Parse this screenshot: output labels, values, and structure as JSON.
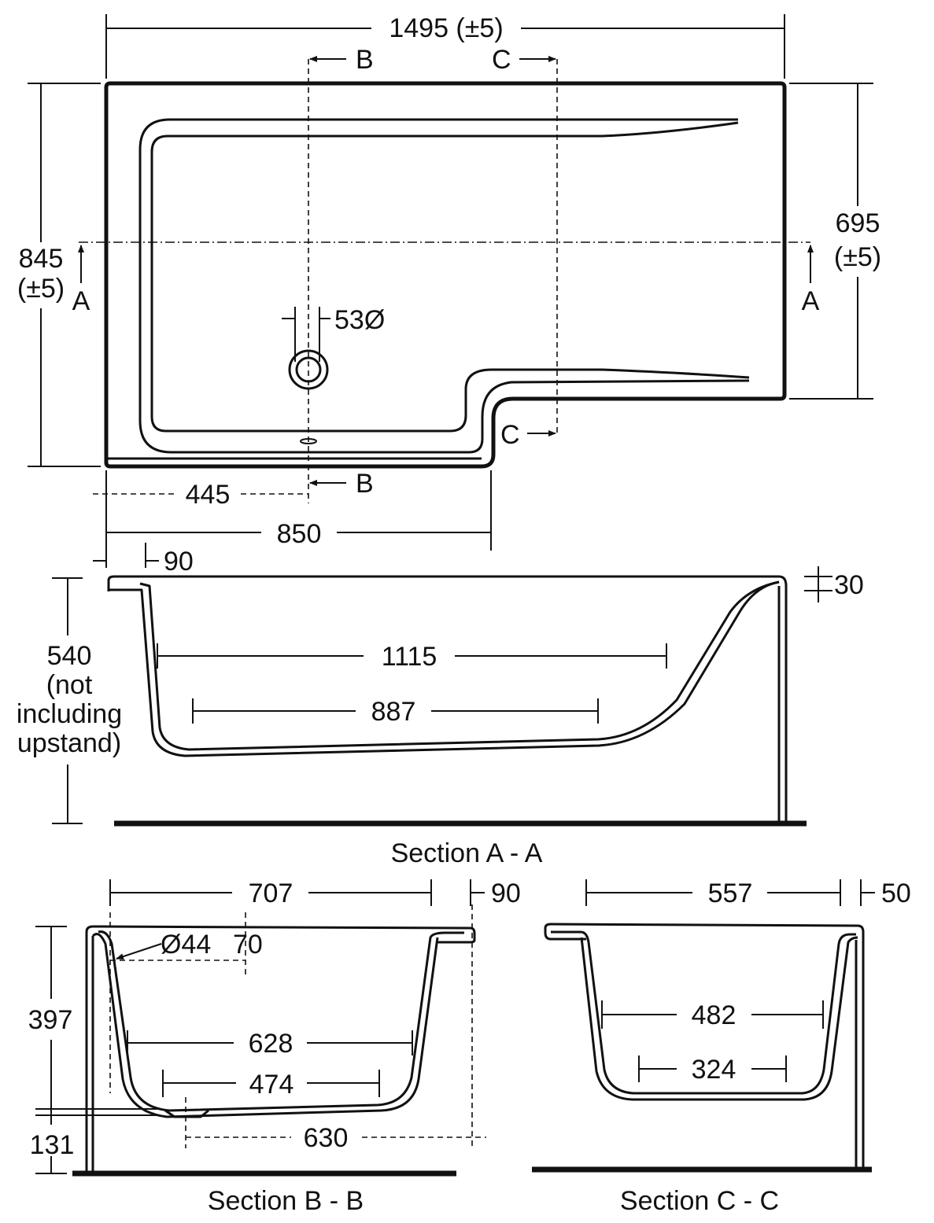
{
  "plan": {
    "width_label": "1495 (±5)",
    "left_height_label_1": "845",
    "left_height_label_2": "(±5)",
    "right_height_label_1": "695",
    "right_height_label_2": "(±5)",
    "waste_diameter_label": "53Ø",
    "waste_offset_label": "445",
    "shower_area_label": "850",
    "section_a_marker": "A",
    "section_b_marker": "B",
    "section_c_marker": "C"
  },
  "section_a": {
    "caption": "Section A - A",
    "rim_label": "90",
    "upstand_label": "30",
    "height_label_lines": [
      "540",
      "(not",
      "including",
      "upstand)"
    ],
    "top_inner_length_label": "1115",
    "bottom_inner_length_label": "887"
  },
  "section_b": {
    "caption": "Section B - B",
    "width_label": "707",
    "rim_label": "90",
    "overflow_label": "Ø44",
    "overflow_drop_label": "70",
    "top_inner_label": "628",
    "bottom_inner_label": "474",
    "depth_label": "397",
    "base_label": "131",
    "offset_label": "630"
  },
  "section_c": {
    "caption": "Section C - C",
    "width_label": "557",
    "rim_label": "50",
    "top_inner_label": "482",
    "bottom_inner_label": "324"
  }
}
